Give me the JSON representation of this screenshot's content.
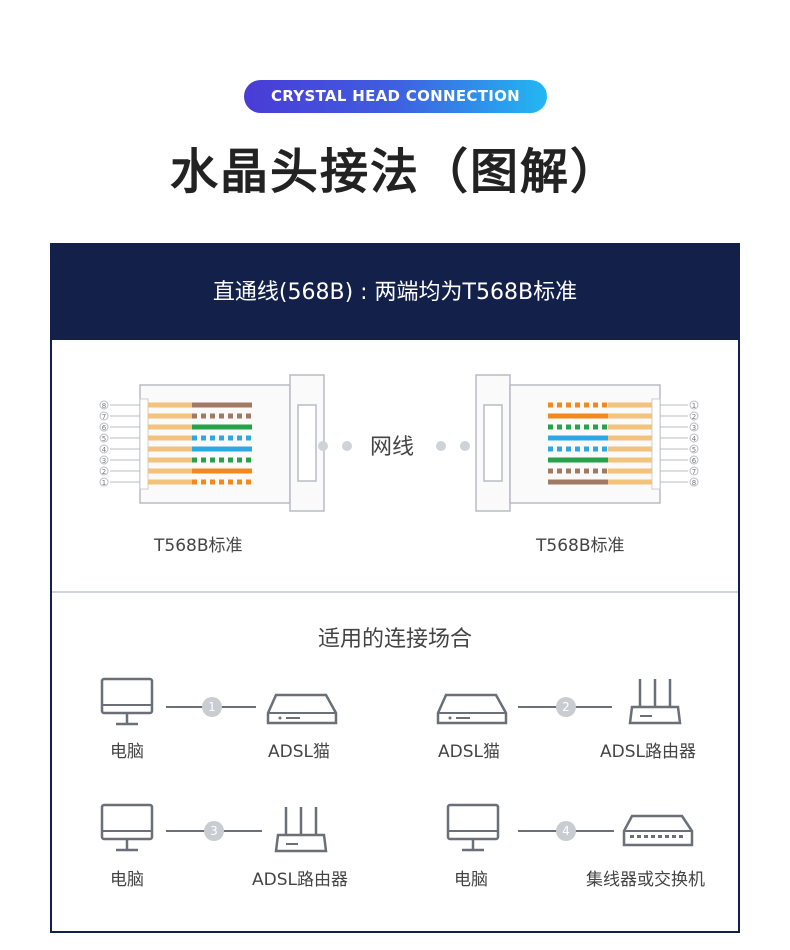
{
  "header": {
    "badge": "CRYSTAL HEAD CONNECTION",
    "title": "水晶头接法（图解）"
  },
  "panel": {
    "heading": "直通线(568B) : 两端均为T568B标准",
    "left_standard": "T568B标准",
    "right_standard": "T568B标准",
    "cable_label": "网线",
    "left_pin_numbers": [
      "8",
      "7",
      "6",
      "5",
      "4",
      "3",
      "2",
      "1"
    ],
    "right_pin_numbers": [
      "1",
      "2",
      "3",
      "4",
      "5",
      "6",
      "7",
      "8"
    ]
  },
  "usage": {
    "title": "适用的连接场合",
    "connections": [
      {
        "number": "1",
        "from": "电脑",
        "to": "ADSL猫"
      },
      {
        "number": "2",
        "from": "ADSL猫",
        "to": "ADSL路由器"
      },
      {
        "number": "3",
        "from": "电脑",
        "to": "ADSL路由器"
      },
      {
        "number": "4",
        "from": "电脑",
        "to": "集线器或交换机"
      }
    ]
  },
  "colors": {
    "navy": "#13204a",
    "orange": "#f08a1e",
    "light_orange": "#f3c27c",
    "green": "#27a24a",
    "blue": "#2ea7e6",
    "brown": "#a07a62",
    "icon_gray": "#6b6f78"
  }
}
